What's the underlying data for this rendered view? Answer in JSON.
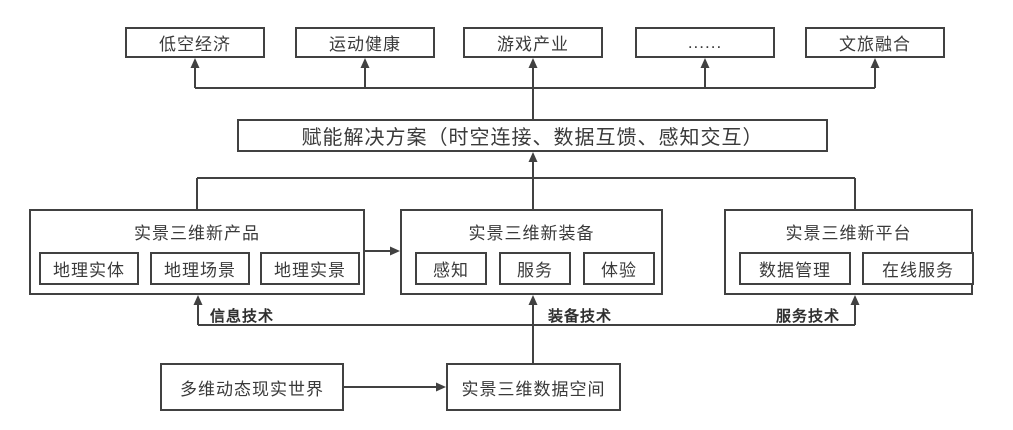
{
  "diagram": {
    "applications": [
      {
        "label": "低空经济"
      },
      {
        "label": "运动健康"
      },
      {
        "label": "游戏产业"
      },
      {
        "label": "......"
      },
      {
        "label": "文旅融合"
      }
    ],
    "solution": {
      "label": "赋能解决方案（时空连接、数据互馈、感知交互）"
    },
    "groups": [
      {
        "title": "实景三维新产品",
        "items": [
          "地理实体",
          "地理场景",
          "地理实景"
        ]
      },
      {
        "title": "实景三维新装备",
        "items": [
          "感知",
          "服务",
          "体验"
        ]
      },
      {
        "title": "实景三维新平台",
        "items": [
          "数据管理",
          "在线服务"
        ]
      }
    ],
    "tech_labels": [
      "信息技术",
      "装备技术",
      "服务技术"
    ],
    "bottom": {
      "source": {
        "label": "多维动态现实世界"
      },
      "target": {
        "label": "实景三维数据空间"
      }
    },
    "colors": {
      "line": "#414141",
      "text": "#3a3a3a",
      "background": "#ffffff"
    }
  }
}
